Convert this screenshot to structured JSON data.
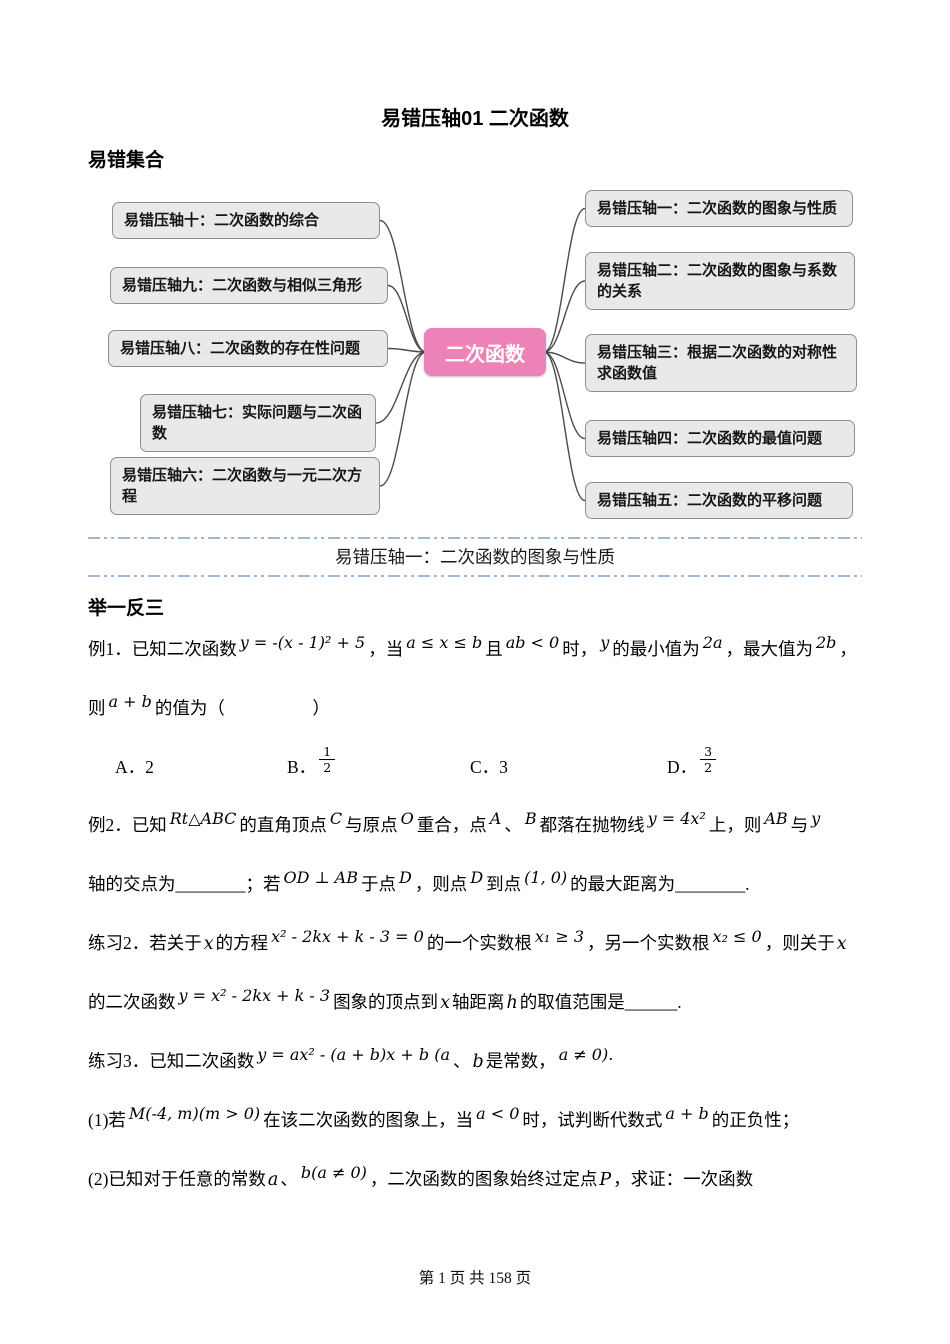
{
  "page": {
    "title": "易错压轴01 二次函数",
    "section1": "易错集合",
    "section2": "举一反三",
    "divider_label": "易错压轴一：二次函数的图象与性质",
    "footer": "第 1 页 共 158 页"
  },
  "colors": {
    "center_node": "#ec82b6",
    "divider_line": "#9db8d9",
    "node_fill": "#e9e9e9"
  },
  "mindmap": {
    "center": "二次函数",
    "left_nodes": [
      "易错压轴十：二次函数的综合",
      "易错压轴九：二次函数与相似三角形",
      "易错压轴八：二次函数的存在性问题",
      "易错压轴七：实际问题与二次函数",
      "易错压轴六：二次函数与一元二次方程"
    ],
    "right_nodes": [
      "易错压轴一：二次函数的图象与性质",
      "易错压轴二：二次函数的图象与系数的关系",
      "易错压轴三：根据二次函数的对称性求函数值",
      "易错压轴四：二次函数的最值问题",
      "易错压轴五：二次函数的平移问题"
    ]
  },
  "problems": {
    "ex1": {
      "l1": [
        {
          "k": "t",
          "v": "例1．已知二次函数"
        },
        {
          "k": "m",
          "v": "y = -(x - 1)² + 5"
        },
        {
          "k": "t",
          "v": "，当"
        },
        {
          "k": "m",
          "v": "a ≤ x ≤ b"
        },
        {
          "k": "t",
          "v": "且"
        },
        {
          "k": "m",
          "v": "ab < 0"
        },
        {
          "k": "t",
          "v": "时，"
        },
        {
          "k": "m",
          "v": "y"
        },
        {
          "k": "t",
          "v": "的最小值为"
        },
        {
          "k": "m",
          "v": "2a"
        },
        {
          "k": "t",
          "v": "，最大值为"
        },
        {
          "k": "m",
          "v": "2b"
        },
        {
          "k": "t",
          "v": "，"
        }
      ],
      "l2": [
        {
          "k": "t",
          "v": "则"
        },
        {
          "k": "m",
          "v": "a + b"
        },
        {
          "k": "t",
          "v": "的值为（　　　　　）"
        }
      ],
      "options": {
        "A": [
          {
            "k": "t",
            "v": "A．2"
          }
        ],
        "B": [
          {
            "k": "t",
            "v": "B．"
          },
          {
            "k": "frac",
            "n": "1",
            "d": "2"
          }
        ],
        "C": [
          {
            "k": "t",
            "v": "C．3"
          }
        ],
        "D": [
          {
            "k": "t",
            "v": "D．"
          },
          {
            "k": "frac",
            "n": "3",
            "d": "2"
          }
        ]
      }
    },
    "ex2": {
      "l1": [
        {
          "k": "t",
          "v": "例2．已知"
        },
        {
          "k": "m",
          "v": "Rt△ABC"
        },
        {
          "k": "t",
          "v": "的直角顶点"
        },
        {
          "k": "m",
          "v": "C"
        },
        {
          "k": "t",
          "v": "与原点"
        },
        {
          "k": "m",
          "v": "O"
        },
        {
          "k": "t",
          "v": "重合，点"
        },
        {
          "k": "m",
          "v": "A"
        },
        {
          "k": "t",
          "v": "、"
        },
        {
          "k": "m",
          "v": "B"
        },
        {
          "k": "t",
          "v": "都落在抛物线"
        },
        {
          "k": "m",
          "v": "y = 4x²"
        },
        {
          "k": "t",
          "v": "上，则"
        },
        {
          "k": "m",
          "v": "AB"
        },
        {
          "k": "t",
          "v": "与"
        },
        {
          "k": "m",
          "v": "y"
        }
      ],
      "l2": [
        {
          "k": "t",
          "v": "轴的交点为________；若"
        },
        {
          "k": "m",
          "v": "OD ⊥ AB"
        },
        {
          "k": "t",
          "v": "于点"
        },
        {
          "k": "m",
          "v": "D"
        },
        {
          "k": "t",
          "v": "，则点"
        },
        {
          "k": "m",
          "v": "D"
        },
        {
          "k": "t",
          "v": "到点"
        },
        {
          "k": "m",
          "v": "(1, 0)"
        },
        {
          "k": "t",
          "v": "的最大距离为________."
        }
      ]
    },
    "pr2": {
      "l1": [
        {
          "k": "t",
          "v": "练习2．若关于"
        },
        {
          "k": "mi",
          "v": "x"
        },
        {
          "k": "t",
          "v": "的方程"
        },
        {
          "k": "m",
          "v": "x² - 2kx + k - 3 = 0"
        },
        {
          "k": "t",
          "v": "的一个实数根"
        },
        {
          "k": "m",
          "v": "x₁ ≥ 3"
        },
        {
          "k": "t",
          "v": "，另一个实数根"
        },
        {
          "k": "m",
          "v": "x₂ ≤ 0"
        },
        {
          "k": "t",
          "v": "，则关于"
        },
        {
          "k": "mi",
          "v": "x"
        }
      ],
      "l2": [
        {
          "k": "t",
          "v": "的二次函数"
        },
        {
          "k": "m",
          "v": "y = x² - 2kx + k - 3"
        },
        {
          "k": "t",
          "v": "图象的顶点到"
        },
        {
          "k": "mi",
          "v": "x"
        },
        {
          "k": "t",
          "v": "轴距离"
        },
        {
          "k": "mi",
          "v": "h"
        },
        {
          "k": "t",
          "v": "的取值范围是______."
        }
      ]
    },
    "pr3": {
      "l1": [
        {
          "k": "t",
          "v": "练习3．已知二次函数"
        },
        {
          "k": "m",
          "v": "y = ax² - (a + b)x + b (a"
        },
        {
          "k": "t",
          "v": "、"
        },
        {
          "k": "mi",
          "v": "b"
        },
        {
          "k": "t",
          "v": "是常数，"
        },
        {
          "k": "m",
          "v": "a ≠ 0)."
        }
      ],
      "l2": [
        {
          "k": "t",
          "v": "(1)若"
        },
        {
          "k": "m",
          "v": "M(-4, m)(m > 0)"
        },
        {
          "k": "t",
          "v": "在该二次函数的图象上，当"
        },
        {
          "k": "m",
          "v": "a < 0"
        },
        {
          "k": "t",
          "v": "时，试判断代数式"
        },
        {
          "k": "m",
          "v": "a + b"
        },
        {
          "k": "t",
          "v": "的正负性；"
        }
      ],
      "l3": [
        {
          "k": "t",
          "v": "(2)已知对于任意的常数"
        },
        {
          "k": "mi",
          "v": "a"
        },
        {
          "k": "t",
          "v": "、"
        },
        {
          "k": "m",
          "v": "b(a ≠ 0)"
        },
        {
          "k": "t",
          "v": "，二次函数的图象始终过定点"
        },
        {
          "k": "mi",
          "v": "P"
        },
        {
          "k": "t",
          "v": "，求证：一次函数"
        }
      ]
    }
  }
}
